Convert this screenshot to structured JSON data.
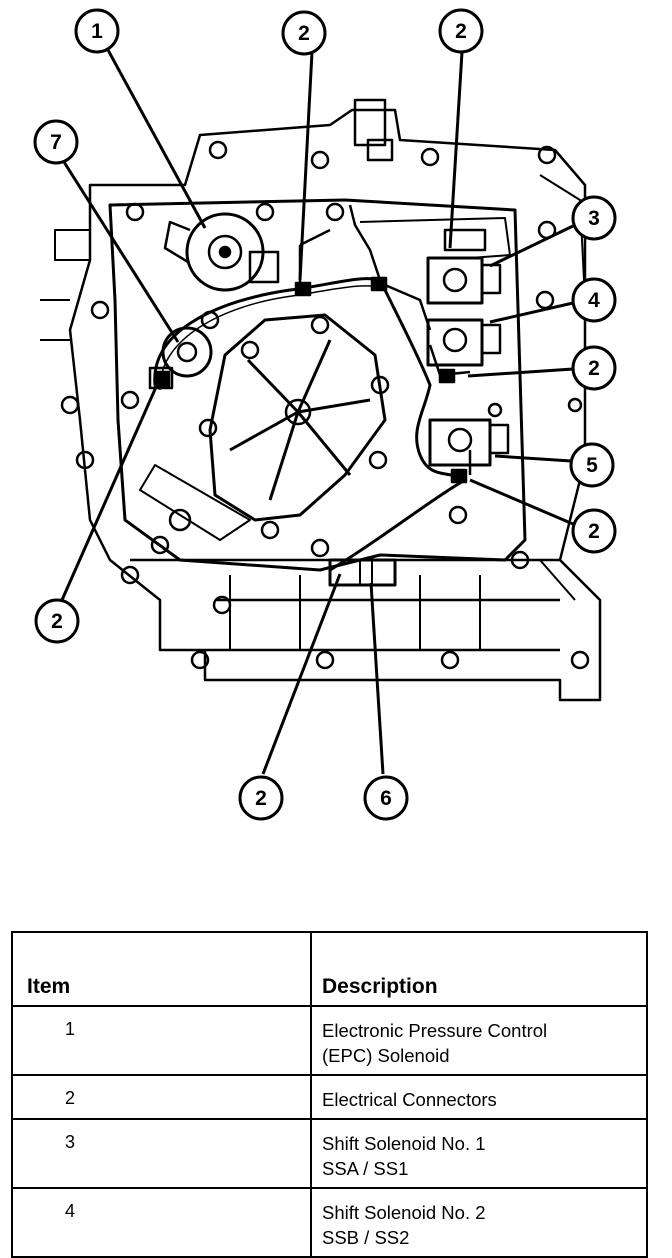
{
  "callouts": {
    "c1": "1",
    "c2a": "2",
    "c2b": "2",
    "c7": "7",
    "c3": "3",
    "c4": "4",
    "c2c": "2",
    "c5": "5",
    "c2d": "2",
    "c2e": "2",
    "c2f": "2",
    "c6": "6"
  },
  "legend": {
    "headers": {
      "item": "Item",
      "description": "Description"
    },
    "rows": [
      {
        "item": "1",
        "description_line1": "Electronic Pressure Control",
        "description_line2": "(EPC) Solenoid"
      },
      {
        "item": "2",
        "description_line1": "Electrical Connectors",
        "description_line2": ""
      },
      {
        "item": "3",
        "description_line1": "Shift Solenoid No. 1",
        "description_line2": "SSA / SS1"
      },
      {
        "item": "4",
        "description_line1": "Shift Solenoid No. 2",
        "description_line2": "SSB / SS2"
      }
    ]
  }
}
